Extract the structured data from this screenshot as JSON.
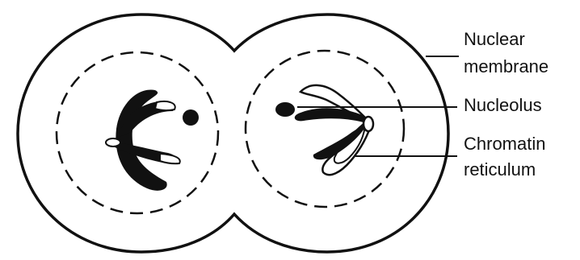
{
  "labels": {
    "nuclear_membrane_line1": "Nuclear",
    "nuclear_membrane_line2": "membrane",
    "nucleolus": "Nucleolus",
    "chromatin_line1": "Chromatin",
    "chromatin_line2": "reticulum"
  },
  "colors": {
    "ink": "#111111",
    "background": "#ffffff"
  }
}
